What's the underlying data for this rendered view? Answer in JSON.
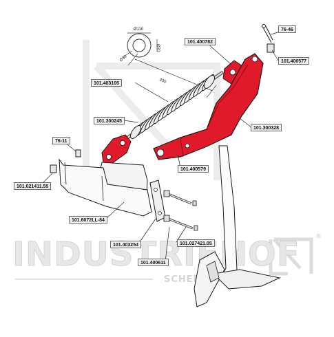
{
  "watermark": {
    "brand": "INDUSTRIEHOF",
    "sub": "SCHERPTECHNIEK",
    "registered": "®"
  },
  "dimensions": {
    "diameter_outer": "Ø110",
    "diameter_inner": "Ø70",
    "diameter_small": "Ø38",
    "length": "330"
  },
  "colors": {
    "part_red": "#e01a2a",
    "outline": "#1a1a1a",
    "label_bg": "#f1f1f1",
    "watermark": "#e5e5e5"
  },
  "labels": {
    "l_76_46": "76-46",
    "l_101400782": "101.400782",
    "l_101400577": "101.400577",
    "l_101403105": "101.403105",
    "l_101300245": "101.300245",
    "l_101300328": "101.300328",
    "l_76_11": "76-11",
    "l_101400579": "101.400579",
    "l_101021411": "101.021411.55",
    "l_1016072": "101.6072LL-84",
    "l_101403254": "101.403254",
    "l_101027421": "101.027421.05",
    "l_101400611": "101.400611"
  }
}
